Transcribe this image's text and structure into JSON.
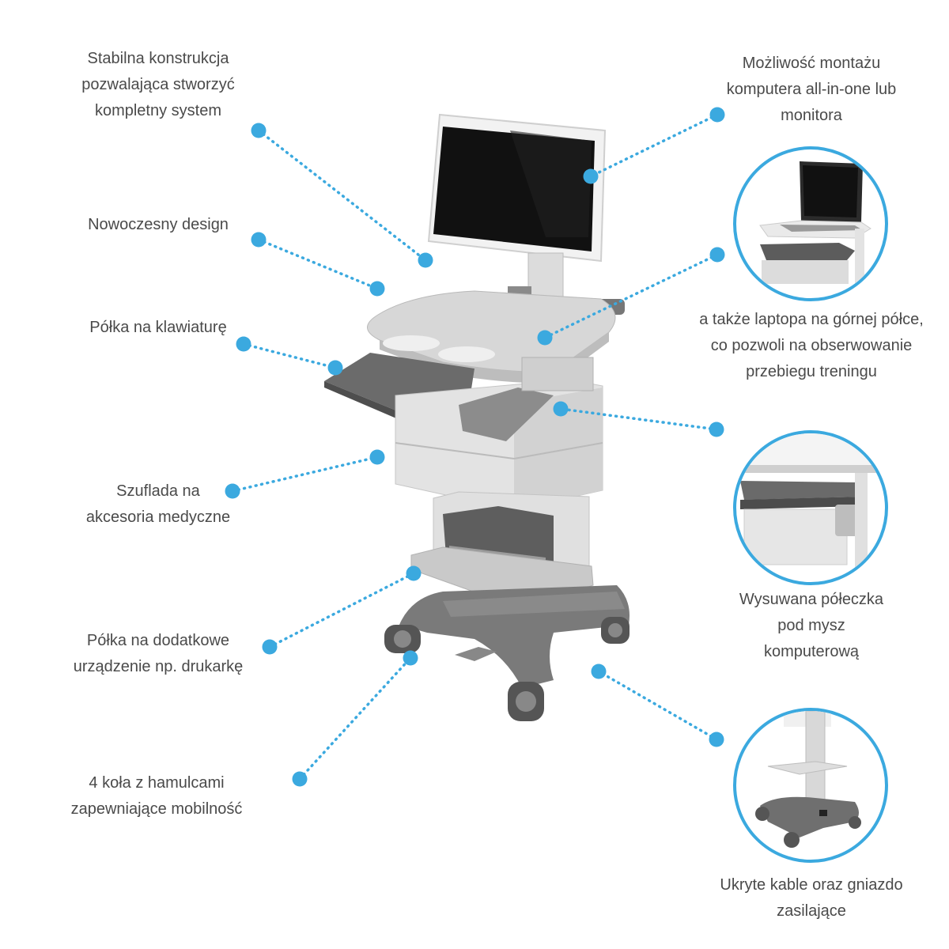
{
  "labels": {
    "stable": [
      "Stabilna konstrukcja",
      "pozwalająca stworzyć",
      "kompletny system"
    ],
    "modern": [
      "Nowoczesny design"
    ],
    "keyboard": [
      "Półka na klawiaturę"
    ],
    "drawer": [
      "Szuflada na",
      "akcesoria medyczne"
    ],
    "printer": [
      "Półka na dodatkowe",
      "urządzenie np. drukarkę"
    ],
    "wheels": [
      "4 koła z hamulcami",
      "zapewniające mobilność"
    ],
    "monitor": [
      "Możliwość montażu",
      "komputera all-in-one lub",
      "monitora"
    ],
    "laptop": [
      "a także laptopa na górnej półce,",
      "co pozwoli na obserwowanie",
      "przebiegu treningu"
    ],
    "mouse": [
      "Wysuwana półeczka",
      "pod mysz",
      "komputerową"
    ],
    "cables": [
      "Ukryte kable oraz gniazdo",
      "zasilające"
    ]
  },
  "colors": {
    "accent": "#3ba9df",
    "text": "#4a4a4a",
    "cart_light": "#e8e8e8",
    "cart_dark": "#707070"
  }
}
